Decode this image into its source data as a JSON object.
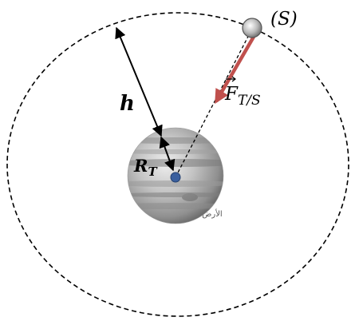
{
  "diagram": {
    "satellite_label": "(S)",
    "force_symbol": "F",
    "force_subscript": "T/S",
    "altitude_label": "h",
    "radius_symbol": "R",
    "radius_subscript": "T",
    "planet_caption": "الأرض",
    "icons": {
      "satellite": "satellite-icon",
      "planet": "planet-icon"
    },
    "colors": {
      "force_arrow": "#c0504d",
      "planet_center": "#3a5f9e",
      "orbit": "#000000"
    }
  }
}
